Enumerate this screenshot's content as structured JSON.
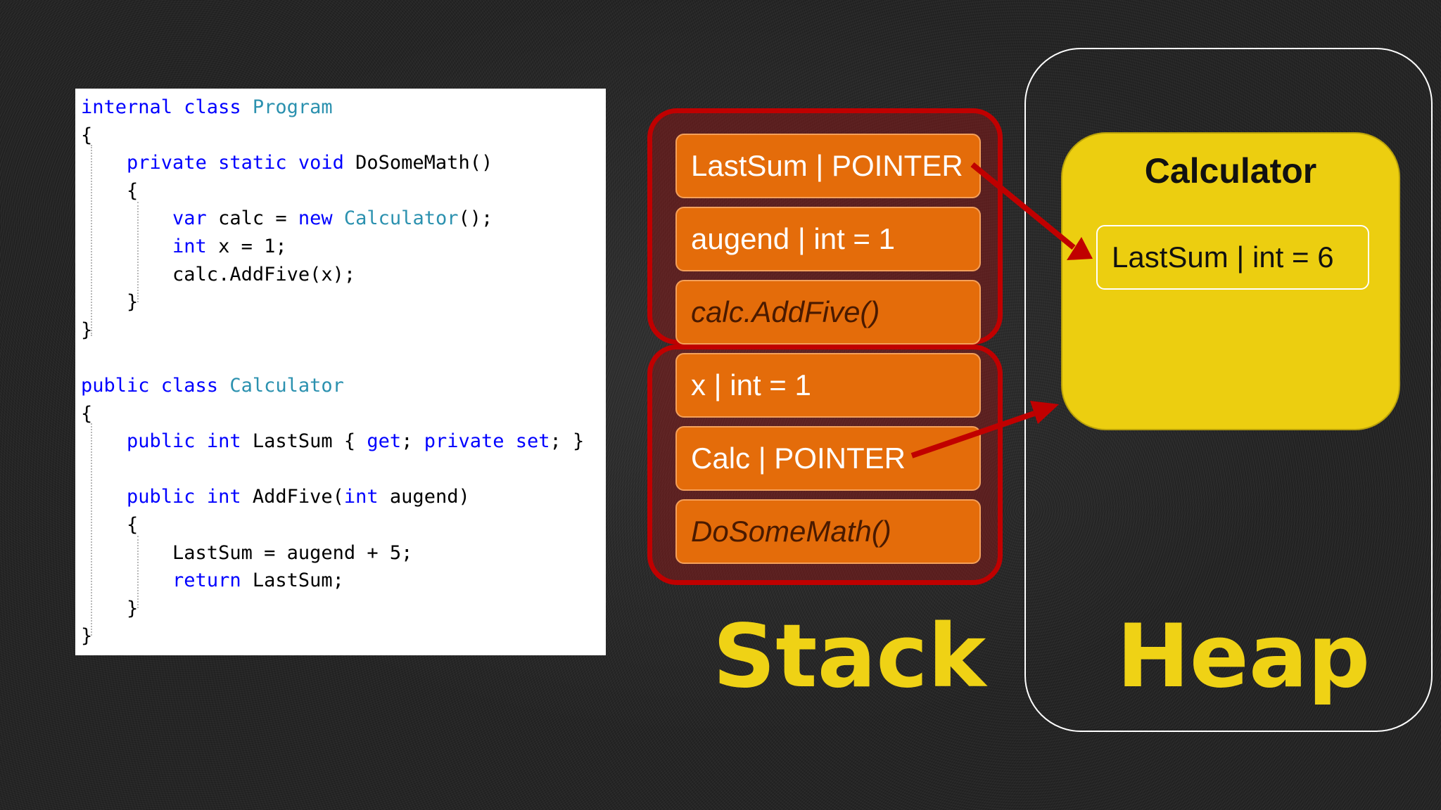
{
  "code": {
    "lines": [
      [
        {
          "t": "internal class ",
          "c": "kw"
        },
        {
          "t": "Program",
          "c": "ty"
        }
      ],
      [
        {
          "t": "{",
          "c": ""
        }
      ],
      [
        {
          "t": "    ",
          "c": ""
        },
        {
          "t": "private static void ",
          "c": "kw"
        },
        {
          "t": "DoSomeMath()",
          "c": ""
        }
      ],
      [
        {
          "t": "    {",
          "c": ""
        }
      ],
      [
        {
          "t": "        ",
          "c": ""
        },
        {
          "t": "var ",
          "c": "kw"
        },
        {
          "t": "calc = ",
          "c": ""
        },
        {
          "t": "new ",
          "c": "kw"
        },
        {
          "t": "Calculator",
          "c": "ty"
        },
        {
          "t": "();",
          "c": ""
        }
      ],
      [
        {
          "t": "        ",
          "c": ""
        },
        {
          "t": "int ",
          "c": "kw"
        },
        {
          "t": "x = 1;",
          "c": ""
        }
      ],
      [
        {
          "t": "        calc.AddFive(x);",
          "c": ""
        }
      ],
      [
        {
          "t": "    }",
          "c": ""
        }
      ],
      [
        {
          "t": "}",
          "c": ""
        }
      ],
      [],
      [
        {
          "t": "public class ",
          "c": "kw"
        },
        {
          "t": "Calculator",
          "c": "ty"
        }
      ],
      [
        {
          "t": "{",
          "c": ""
        }
      ],
      [
        {
          "t": "    ",
          "c": ""
        },
        {
          "t": "public int ",
          "c": "kw"
        },
        {
          "t": "LastSum { ",
          "c": ""
        },
        {
          "t": "get",
          "c": "kw"
        },
        {
          "t": "; ",
          "c": ""
        },
        {
          "t": "private set",
          "c": "kw"
        },
        {
          "t": "; }",
          "c": ""
        }
      ],
      [],
      [
        {
          "t": "    ",
          "c": ""
        },
        {
          "t": "public int ",
          "c": "kw"
        },
        {
          "t": "AddFive(",
          "c": ""
        },
        {
          "t": "int ",
          "c": "kw"
        },
        {
          "t": "augend)",
          "c": ""
        }
      ],
      [
        {
          "t": "    {",
          "c": ""
        }
      ],
      [
        {
          "t": "        LastSum = augend + 5;",
          "c": ""
        }
      ],
      [
        {
          "t": "        ",
          "c": ""
        },
        {
          "t": "return ",
          "c": "kw"
        },
        {
          "t": "LastSum;",
          "c": ""
        }
      ],
      [
        {
          "t": "    }",
          "c": ""
        }
      ],
      [
        {
          "t": "}",
          "c": ""
        }
      ]
    ]
  },
  "stack": {
    "label": "Stack",
    "slots": [
      {
        "text": "LastSum | POINTER"
      },
      {
        "text": "augend | int = 1"
      },
      {
        "text": "calc.AddFive()"
      },
      {
        "text": "x | int = 1"
      },
      {
        "text": "Calc | POINTER"
      },
      {
        "text": "DoSomeMath()"
      }
    ]
  },
  "heap": {
    "label": "Heap",
    "object_title": "Calculator",
    "field": "LastSum | int = 6"
  },
  "colors": {
    "keyword": "#0000ff",
    "type": "#2b91af",
    "stack_frame": "#c00000",
    "stack_slot": "#e46c0a",
    "heap_object": "#ecce10",
    "label": "#efd215",
    "arrow": "#c00000"
  }
}
